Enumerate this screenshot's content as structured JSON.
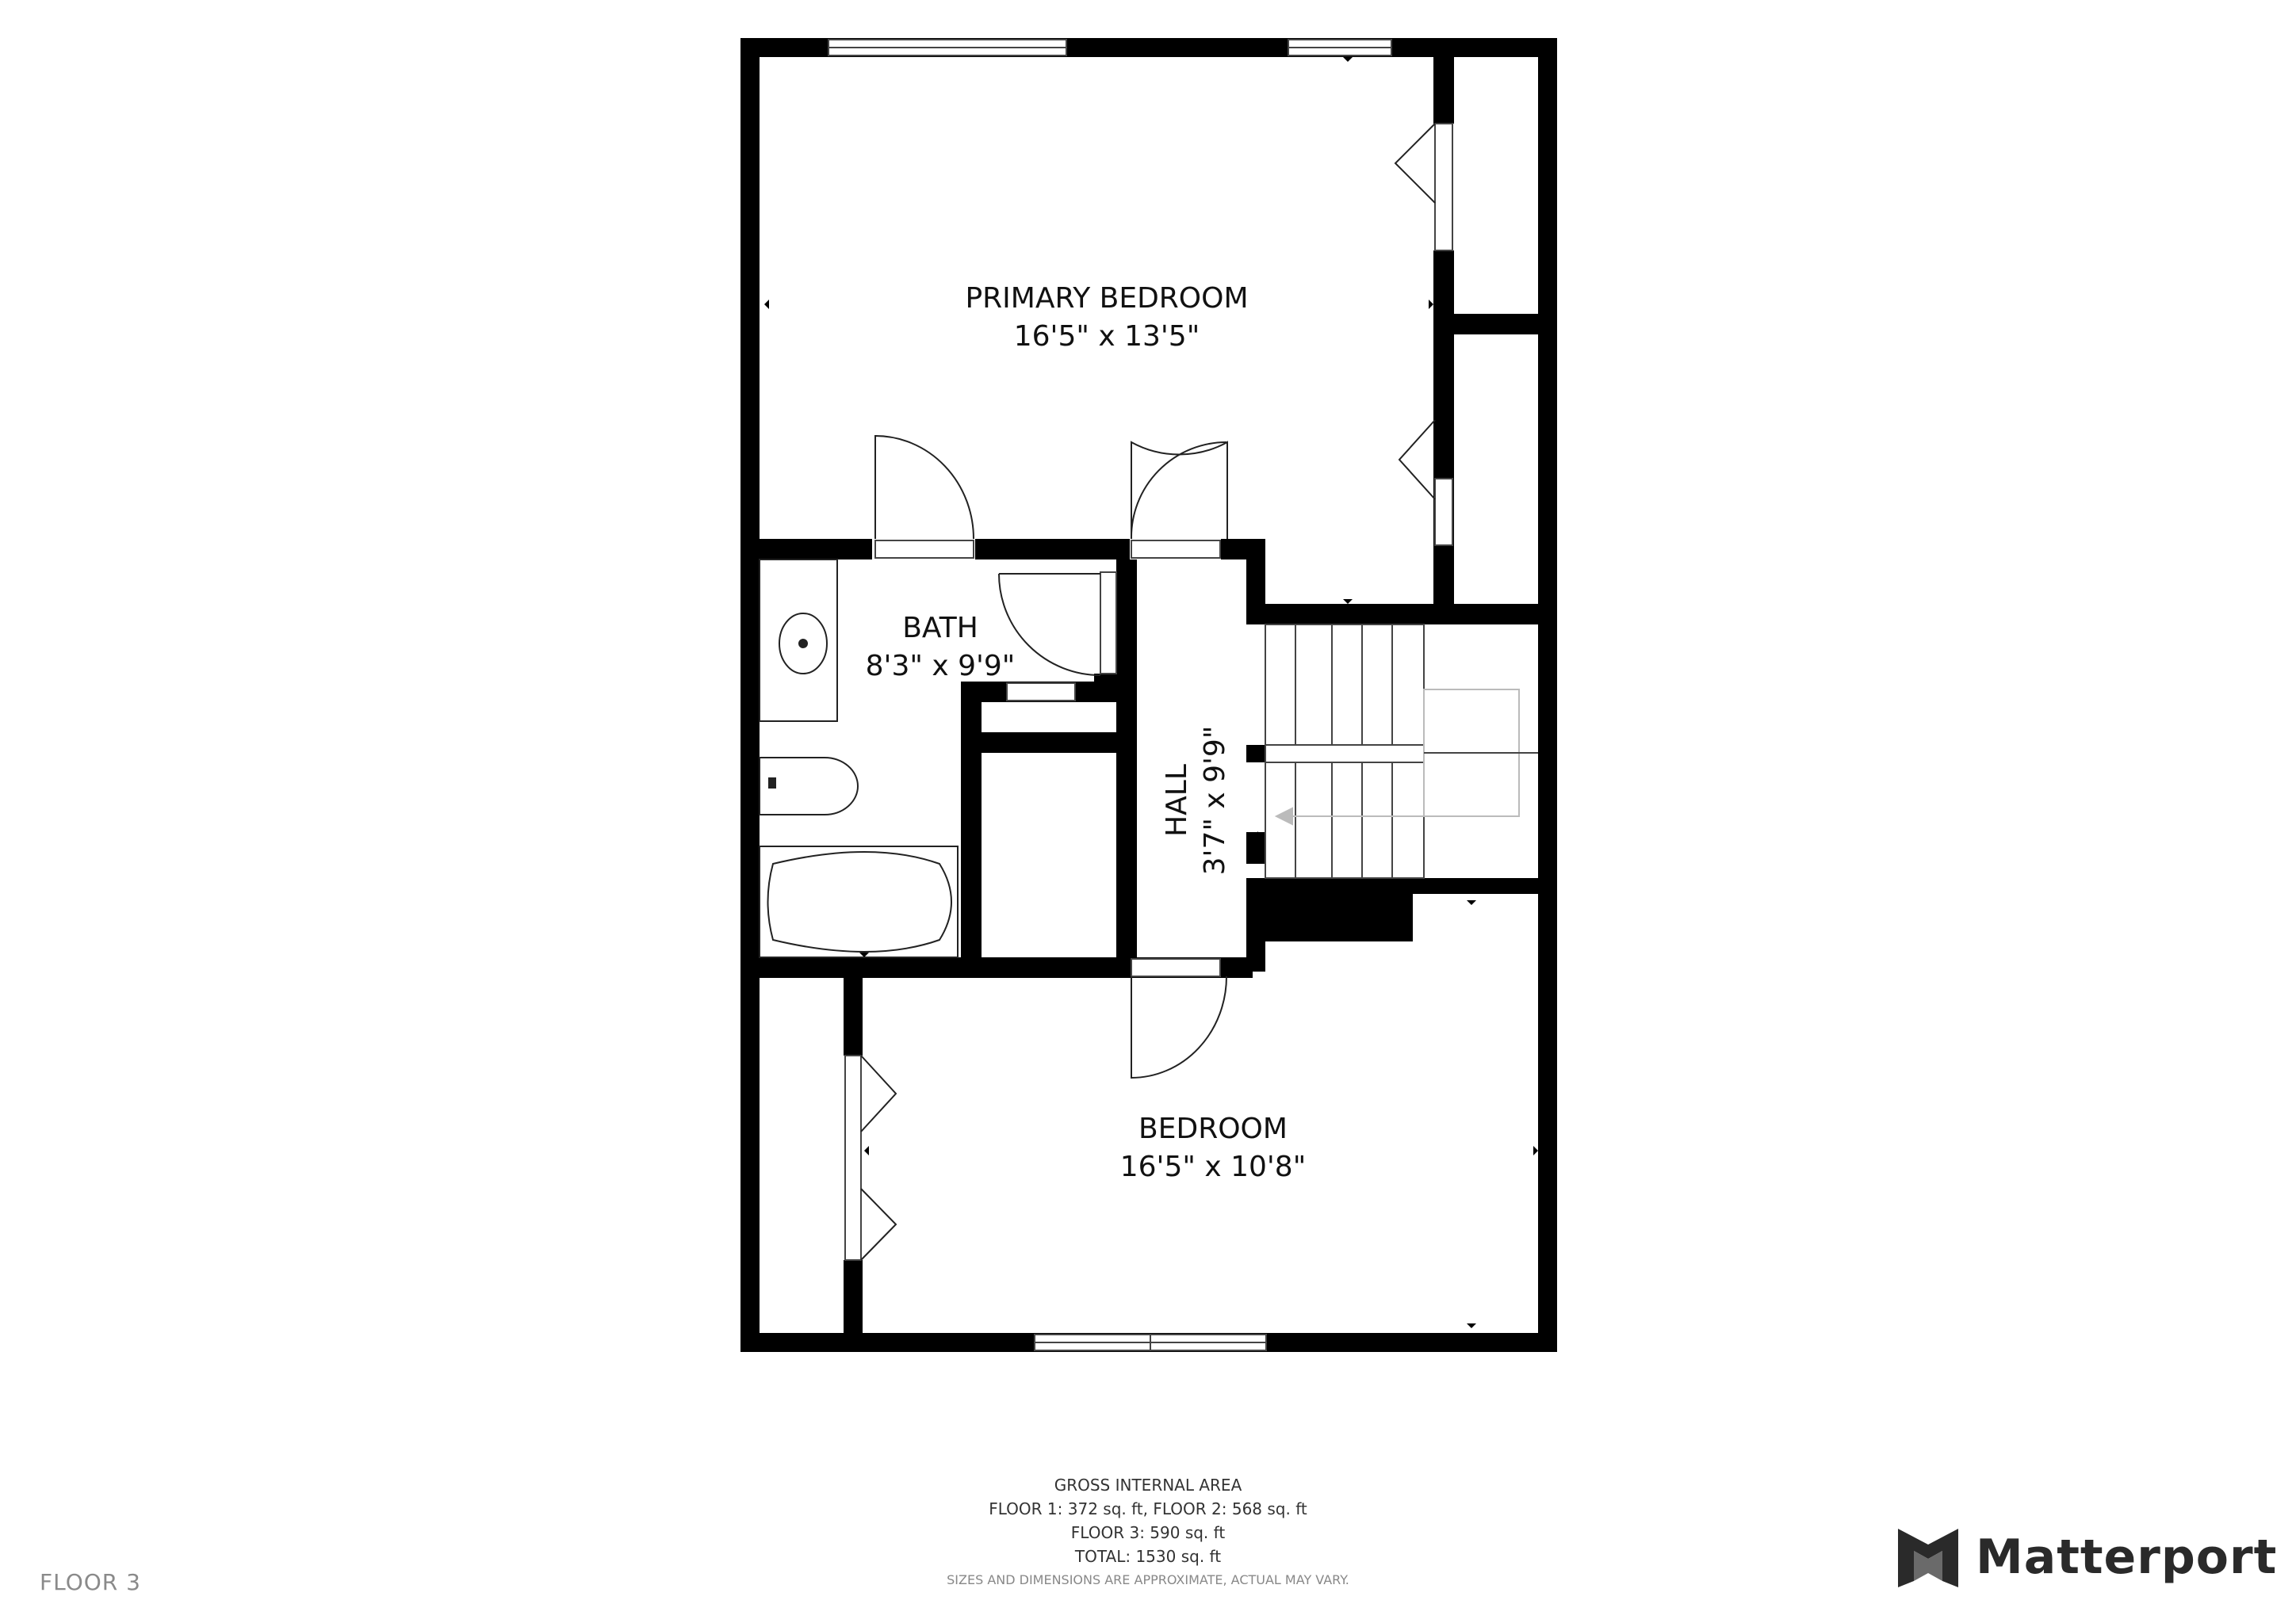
{
  "rooms": [
    {
      "name": "PRIMARY BEDROOM",
      "dims": "16'5\" x 13'5\""
    },
    {
      "name": "BATH",
      "dims": "8'3\" x 9'9\""
    },
    {
      "name": "HALL",
      "dims": "3'7\" x 9'9\""
    },
    {
      "name": "BEDROOM",
      "dims": "16'5\" x 10'8\""
    }
  ],
  "area": {
    "heading": "GROSS INTERNAL AREA",
    "line1": "FLOOR 1: 372 sq. ft, FLOOR 2: 568 sq. ft",
    "line2": "FLOOR 3: 590 sq. ft",
    "line3": "TOTAL: 1530 sq. ft",
    "disclaimer": "SIZES AND DIMENSIONS ARE APPROXIMATE, ACTUAL MAY VARY."
  },
  "floor_label": "FLOOR 3",
  "brand": {
    "name": "Matterport",
    "icon": "matterport-logo-icon"
  },
  "colors": {
    "wall": "#000000",
    "text": "#111111",
    "footer": "#333333",
    "floor_tag": "#8a8a8a"
  }
}
